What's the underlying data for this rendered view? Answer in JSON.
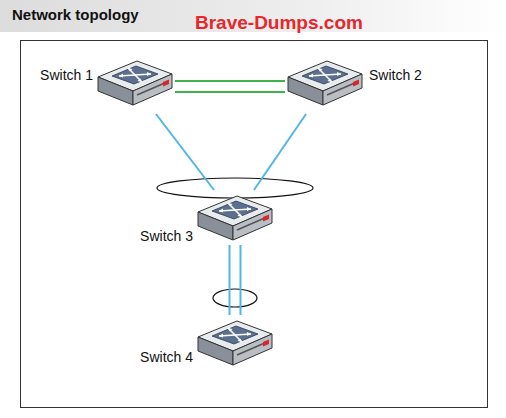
{
  "diagram": {
    "title": "Network topology",
    "nodes": [
      {
        "text": [
          "Switch 1"
        ]
      },
      {
        "text": [
          "Switch 2"
        ]
      },
      {
        "text": [
          "Switch 3"
        ]
      },
      {
        "text": [
          "Switch 4"
        ]
      }
    ],
    "edges": [
      {
        "from": 0,
        "to": 1,
        "arrow": "none"
      },
      {
        "from": 0,
        "to": 1,
        "arrow": "none"
      },
      {
        "from": 0,
        "to": 2,
        "arrow": "none"
      },
      {
        "from": 1,
        "to": 2,
        "arrow": "none"
      },
      {
        "from": 2,
        "to": 3,
        "arrow": "none"
      },
      {
        "from": 2,
        "to": 3,
        "arrow": "none"
      }
    ],
    "labels": [
      "Brave-Dumps.com"
    ]
  }
}
